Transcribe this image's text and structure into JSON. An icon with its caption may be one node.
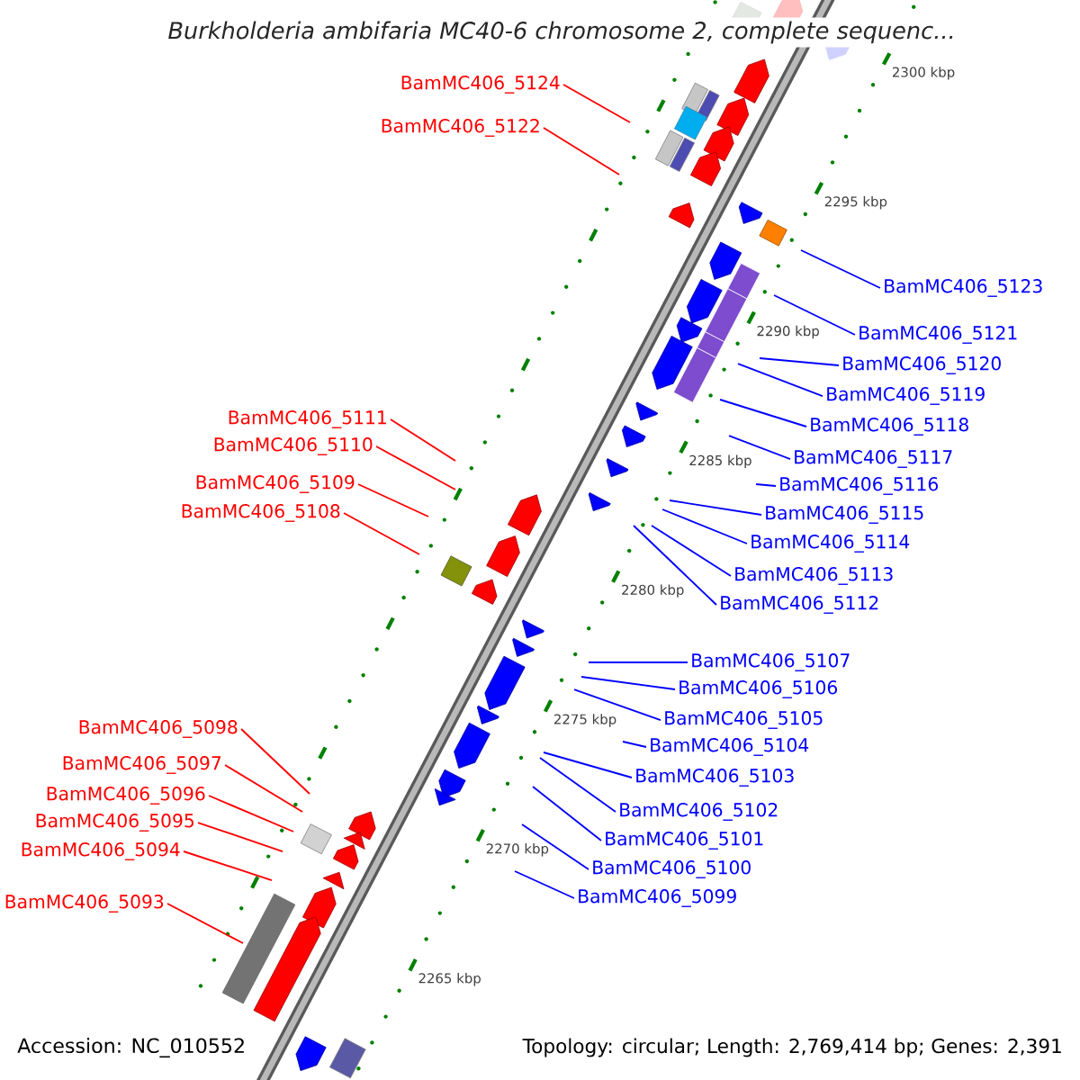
{
  "diagram": {
    "title": "Burkholderia ambifaria MC40-6 chromosome 2, complete sequenc...",
    "nodes": [
      {
        "text": [
          "BamMC406_5124"
        ]
      },
      {
        "text": [
          "BamMC406_5122"
        ]
      },
      {
        "text": [
          "BamMC406_5123"
        ]
      },
      {
        "text": [
          "BamMC406_5121"
        ]
      },
      {
        "text": [
          "BamMC406_5120"
        ]
      },
      {
        "text": [
          "BamMC406_5119"
        ]
      },
      {
        "text": [
          "BamMC406_5111"
        ]
      },
      {
        "text": [
          "BamMC406_5118"
        ]
      },
      {
        "text": [
          "BamMC406_5110"
        ]
      },
      {
        "text": [
          "BamMC406_5117"
        ]
      },
      {
        "text": [
          "BamMC406_5109"
        ]
      },
      {
        "text": [
          "BamMC406_5116"
        ]
      },
      {
        "text": [
          "BamMC406_5108"
        ]
      },
      {
        "text": [
          "BamMC406_5115"
        ]
      },
      {
        "text": [
          "BamMC406_5114"
        ]
      },
      {
        "text": [
          "BamMC406_5113"
        ]
      },
      {
        "text": [
          "BamMC406_5112"
        ]
      },
      {
        "text": [
          "BamMC406_5107"
        ]
      },
      {
        "text": [
          "BamMC406_5106"
        ]
      },
      {
        "text": [
          "BamMC406_5105"
        ]
      },
      {
        "text": [
          "BamMC406_5098"
        ]
      },
      {
        "text": [
          "BamMC406_5104"
        ]
      },
      {
        "text": [
          "BamMC406_5097"
        ]
      },
      {
        "text": [
          "BamMC406_5103"
        ]
      },
      {
        "text": [
          "BamMC406_5096"
        ]
      },
      {
        "text": [
          "BamMC406_5102"
        ]
      },
      {
        "text": [
          "BamMC406_5095"
        ]
      },
      {
        "text": [
          "BamMC406_5101"
        ]
      },
      {
        "text": [
          "BamMC406_5094"
        ]
      },
      {
        "text": [
          "BamMC406_5100"
        ]
      },
      {
        "text": [
          "BamMC406_5099"
        ]
      },
      {
        "text": [
          "BamMC406_5093"
        ]
      }
    ],
    "edges": [
      {
        "from": 0,
        "to": null,
        "arrow": "none",
        "color": "#ff0000"
      },
      {
        "from": 1,
        "to": null,
        "arrow": "none",
        "color": "#ff0000"
      },
      {
        "from": 2,
        "to": null,
        "arrow": "none"
      },
      {
        "from": 3,
        "to": null,
        "arrow": "none"
      },
      {
        "from": 4,
        "to": null,
        "arrow": "none"
      },
      {
        "from": 5,
        "to": null,
        "arrow": "none"
      },
      {
        "from": 6,
        "to": null,
        "arrow": "none",
        "color": "#ff0000"
      },
      {
        "from": 7,
        "to": null,
        "arrow": "none"
      },
      {
        "from": 8,
        "to": null,
        "arrow": "none",
        "color": "#ff0000"
      },
      {
        "from": 9,
        "to": null,
        "arrow": "none"
      },
      {
        "from": 10,
        "to": null,
        "arrow": "none",
        "color": "#ff0000"
      },
      {
        "from": 11,
        "to": null,
        "arrow": "none"
      },
      {
        "from": 12,
        "to": null,
        "arrow": "none",
        "color": "#ff0000"
      },
      {
        "from": 13,
        "to": null,
        "arrow": "none"
      },
      {
        "from": 14,
        "to": null,
        "arrow": "none"
      },
      {
        "from": 15,
        "to": null,
        "arrow": "none"
      },
      {
        "from": 16,
        "to": null,
        "arrow": "none"
      },
      {
        "from": 17,
        "to": null,
        "arrow": "none"
      },
      {
        "from": 18,
        "to": null,
        "arrow": "none"
      },
      {
        "from": 19,
        "to": null,
        "arrow": "none"
      },
      {
        "from": 20,
        "to": null,
        "arrow": "none",
        "color": "#ff0000"
      },
      {
        "from": 21,
        "to": null,
        "arrow": "none"
      },
      {
        "from": 22,
        "to": null,
        "arrow": "none",
        "color": "#ff0000"
      },
      {
        "from": 23,
        "to": null,
        "arrow": "none"
      },
      {
        "from": 24,
        "to": null,
        "arrow": "none",
        "color": "#ff0000"
      },
      {
        "from": 25,
        "to": null,
        "arrow": "none"
      },
      {
        "from": 26,
        "to": null,
        "arrow": "none",
        "color": "#ff0000"
      },
      {
        "from": 27,
        "to": null,
        "arrow": "none"
      },
      {
        "from": 28,
        "to": null,
        "arrow": "none",
        "color": "#ff0000"
      },
      {
        "from": 29,
        "to": null,
        "arrow": "none"
      },
      {
        "from": 30,
        "to": null,
        "arrow": "none"
      },
      {
        "from": 31,
        "to": null,
        "arrow": "none",
        "color": "#ff0000"
      }
    ],
    "labels": [
      "2300 kbp",
      "2295 kbp",
      "2290 kbp",
      "2285 kbp",
      "2280 kbp",
      "2275 kbp",
      "2270 kbp",
      "2265 kbp",
      "Accession: NC_010552",
      "Topology: circular; Length: 2,769,414 bp; Genes: 2,391"
    ]
  }
}
